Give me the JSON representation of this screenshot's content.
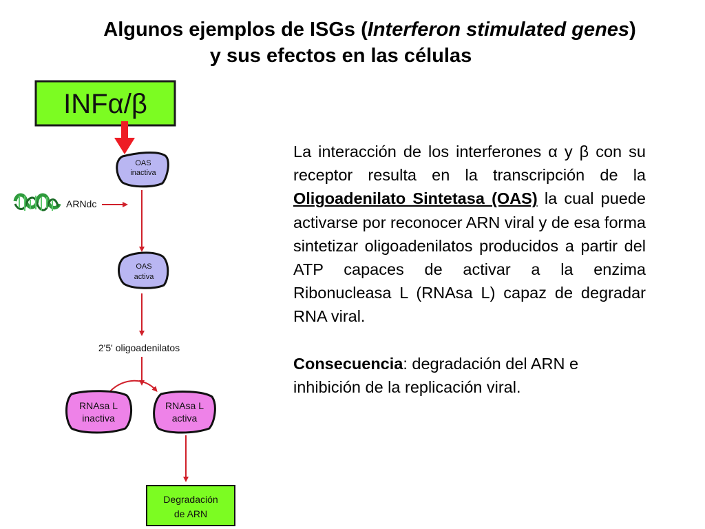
{
  "title": {
    "part1": "Algunos ejemplos de ISGs (",
    "italic": "Interferon stimulated genes",
    "part2": ")",
    "line2": "y sus efectos en las células"
  },
  "diagram": {
    "inf_label": "INFα/β",
    "oas_inactive_line1": "OAS",
    "oas_inactive_line2": "inactiva",
    "arndc_label": "ARNdc",
    "oas_active_line1": "OAS",
    "oas_active_line2": "activa",
    "oligo_label": "2'5' oligoadenilatos",
    "rnasa_inactive_line1": "RNAsa L",
    "rnasa_inactive_line2": "inactiva",
    "rnasa_active_line1": "RNAsa L",
    "rnasa_active_line2": "activa",
    "degradacion_line1": "Degradación",
    "degradacion_line2": "de ARN",
    "colors": {
      "green_box": "#7cfc22",
      "oas_fill": "#b9b6f2",
      "rnasa_fill": "#ee82e8",
      "arrow": "#d0202a",
      "big_arrow": "#ee1c24",
      "helix": "#2e9a3c"
    }
  },
  "paragraph": {
    "t1": "La interacción de los interferones ",
    "alpha": "α",
    "t2": " y ",
    "beta": "β",
    "t3": " con su receptor resulta en la transcripción de la ",
    "underlined": "Oligoadenilato Sintetasa (OAS)",
    "t4": " la cual puede activarse por reconocer ARN viral y de esa forma sintetizar oligoadenilatos producidos a partir del ATP capaces de activar a la enzima Ribonucleasa L (RNAsa L) capaz de degradar RNA viral."
  },
  "consequence": {
    "label": "Consecuencia",
    "text": ": degradación del ARN e inhibición de la replicación viral."
  }
}
